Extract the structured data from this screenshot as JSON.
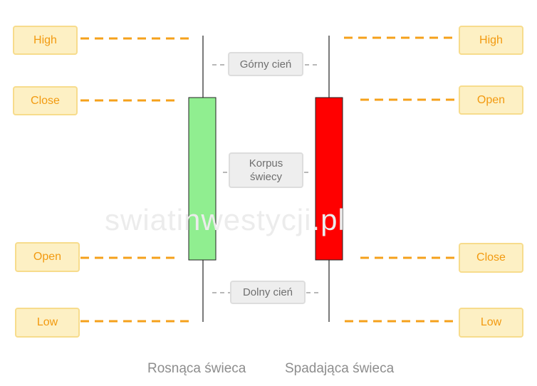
{
  "watermark": "swiatinwestycji.pl",
  "left_candle": {
    "caption": "Rosnąca świeca",
    "tags": {
      "top": "High",
      "upper": "Close",
      "lower": "Open",
      "bottom": "Low"
    }
  },
  "right_candle": {
    "caption": "Spadająca świeca",
    "tags": {
      "top": "High",
      "upper": "Open",
      "lower": "Close",
      "bottom": "Low"
    }
  },
  "center_labels": {
    "upper_shadow": "Górny cień",
    "body": "Korpus świecy",
    "lower_shadow": "Dolny cień"
  },
  "colors": {
    "bullish_body": "#90ee90",
    "bearish_body": "#ff0000",
    "leader_line": "#f5a11b",
    "tag_fill": "#fdf0c4",
    "tag_text": "#f29a10"
  }
}
